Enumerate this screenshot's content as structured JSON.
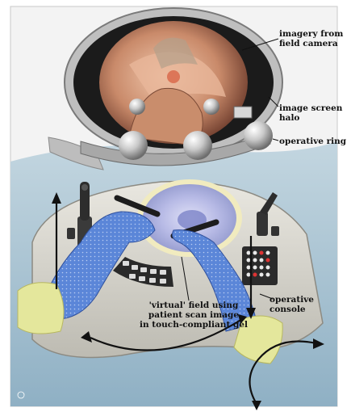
{
  "labels": {
    "imagery": "imagery from\nfield camera",
    "halo": "image screen\nhalo",
    "ring": "operative ring",
    "console": "operative console",
    "virtual_field": "'virtual' field using\npatient scan image\nin touch-compliant gel"
  },
  "colors": {
    "background_top": "#f4f4f4",
    "floor": "#a9c3d2",
    "console_body": "#d9d7cf",
    "gel_field": "#c6c7e8",
    "glove": "#5b86d8",
    "cuff": "#e4e79c",
    "arrow": "#111111"
  },
  "icons": [
    "camera-screen-icon",
    "sphere-icon",
    "joystick-icon",
    "keypad-icon",
    "arrow-icon",
    "glove-icon"
  ]
}
